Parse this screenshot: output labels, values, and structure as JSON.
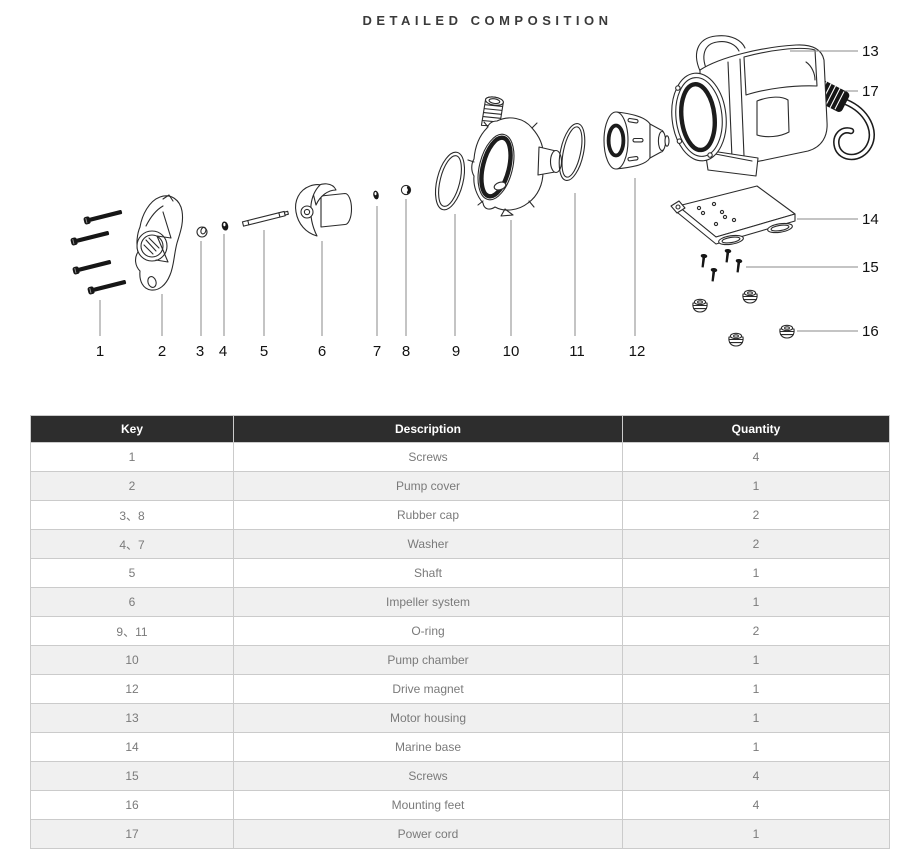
{
  "title": "DETAILED COMPOSITION",
  "diagram": {
    "part_labels": [
      {
        "text": "1"
      },
      {
        "text": "2"
      },
      {
        "text": "3"
      },
      {
        "text": "4"
      },
      {
        "text": "5"
      },
      {
        "text": "6"
      },
      {
        "text": "7"
      },
      {
        "text": "8"
      },
      {
        "text": "9"
      },
      {
        "text": "10"
      },
      {
        "text": "11"
      },
      {
        "text": "12"
      },
      {
        "text": "13"
      },
      {
        "text": "17"
      },
      {
        "text": "14"
      },
      {
        "text": "15"
      },
      {
        "text": "16"
      }
    ]
  },
  "table": {
    "columns": [
      {
        "label": "Key"
      },
      {
        "label": "Description"
      },
      {
        "label": "Quantity"
      }
    ],
    "rows": [
      {
        "key": "1",
        "description": "Screws",
        "quantity": "4"
      },
      {
        "key": "2",
        "description": "Pump cover",
        "quantity": "1"
      },
      {
        "key": "3、8",
        "description": "Rubber cap",
        "quantity": "2"
      },
      {
        "key": "4、7",
        "description": "Washer",
        "quantity": "2"
      },
      {
        "key": "5",
        "description": "Shaft",
        "quantity": "1"
      },
      {
        "key": "6",
        "description": "Impeller system",
        "quantity": "1"
      },
      {
        "key": "9、11",
        "description": "O-ring",
        "quantity": "2"
      },
      {
        "key": "10",
        "description": "Pump chamber",
        "quantity": "1"
      },
      {
        "key": "12",
        "description": "Drive magnet",
        "quantity": "1"
      },
      {
        "key": "13",
        "description": "Motor housing",
        "quantity": "1"
      },
      {
        "key": "14",
        "description": "Marine base",
        "quantity": "1"
      },
      {
        "key": "15",
        "description": "Screws",
        "quantity": "4"
      },
      {
        "key": "16",
        "description": "Mounting feet",
        "quantity": "4"
      },
      {
        "key": "17",
        "description": "Power cord",
        "quantity": "1"
      }
    ]
  },
  "colors": {
    "header_bg": "#2d2d2d",
    "header_text": "#ffffff",
    "row_alt_bg": "#f0f0f0",
    "cell_text": "#7a7a7a",
    "table_border": "#cbcbcb",
    "line_art": "#2b2b2b",
    "leader_line": "#8a8a8a",
    "label_text": "#111111"
  }
}
